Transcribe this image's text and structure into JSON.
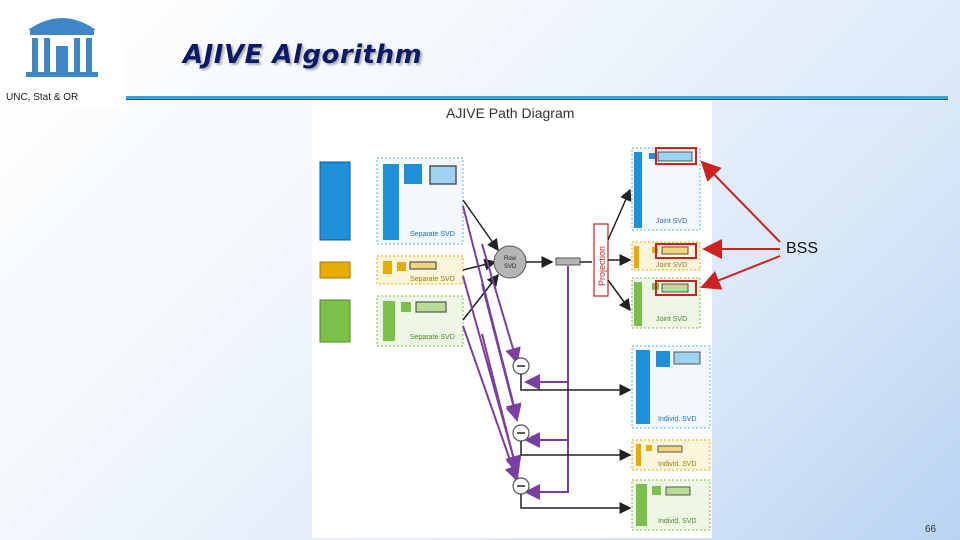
{
  "header": {
    "title": "AJIVE Algorithm",
    "org_label": "UNC, Stat & OR"
  },
  "diagram": {
    "title": "AJIVE Path Diagram",
    "projection_label": "Projection",
    "row_svd_label": [
      "Row",
      "SVD"
    ],
    "separate_svd_labels": [
      "Separate SVD",
      "Separate SVD",
      "Separate SVD"
    ],
    "joint_svd_labels": [
      "Joint SVD",
      "Joint SVD",
      "Joint SVD"
    ],
    "individ_svd_labels": [
      "Individ. SVD",
      "Individ. SVD",
      "Individ. SVD"
    ],
    "bss_label": "BSS",
    "colors": {
      "blue": "#1e8fd9",
      "gold": "#e6ad00",
      "green": "#7cbf4a",
      "arrow_red": "#cc2222",
      "path_purple": "#7a3fa0",
      "projection_red": "#cc2222"
    }
  },
  "footer": {
    "page_number": "66"
  }
}
